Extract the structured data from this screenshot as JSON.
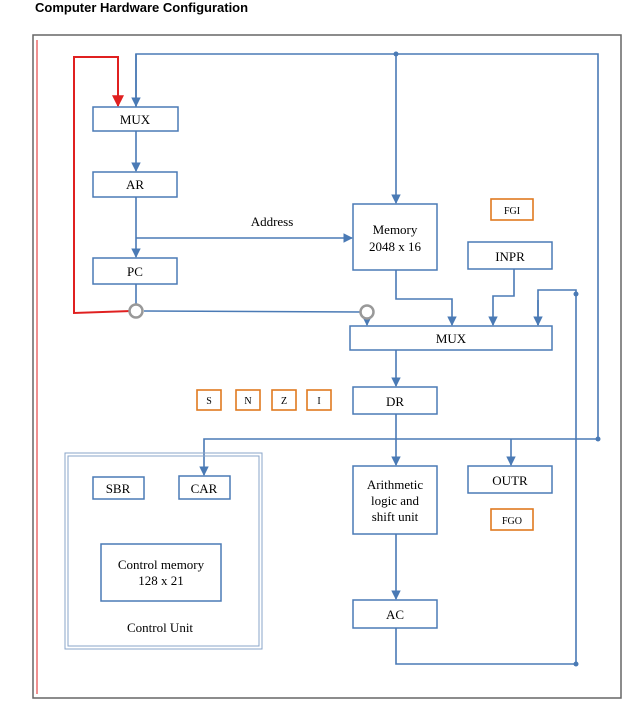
{
  "title": "Computer Hardware Configuration",
  "blocks": {
    "mux_top": "MUX",
    "ar": "AR",
    "pc": "PC",
    "address_label": "Address",
    "memory_line1": "Memory",
    "memory_line2": "2048 x 16",
    "fgi": "FGI",
    "inpr": "INPR",
    "mux_main": "MUX",
    "dr": "DR",
    "alu_line1": "Arithmetic",
    "alu_line2": "logic and",
    "alu_line3": "shift unit",
    "outr": "OUTR",
    "fgo": "FGO",
    "ac": "AC"
  },
  "flags": [
    "S",
    "N",
    "Z",
    "I"
  ],
  "control_unit": {
    "sbr": "SBR",
    "car": "CAR",
    "cm_line1": "Control memory",
    "cm_line2": "128 x 21",
    "label": "Control Unit"
  },
  "colors": {
    "bus": "#4a7ab5",
    "flag_border": "#e07a20",
    "feedback_line": "#e02020"
  }
}
